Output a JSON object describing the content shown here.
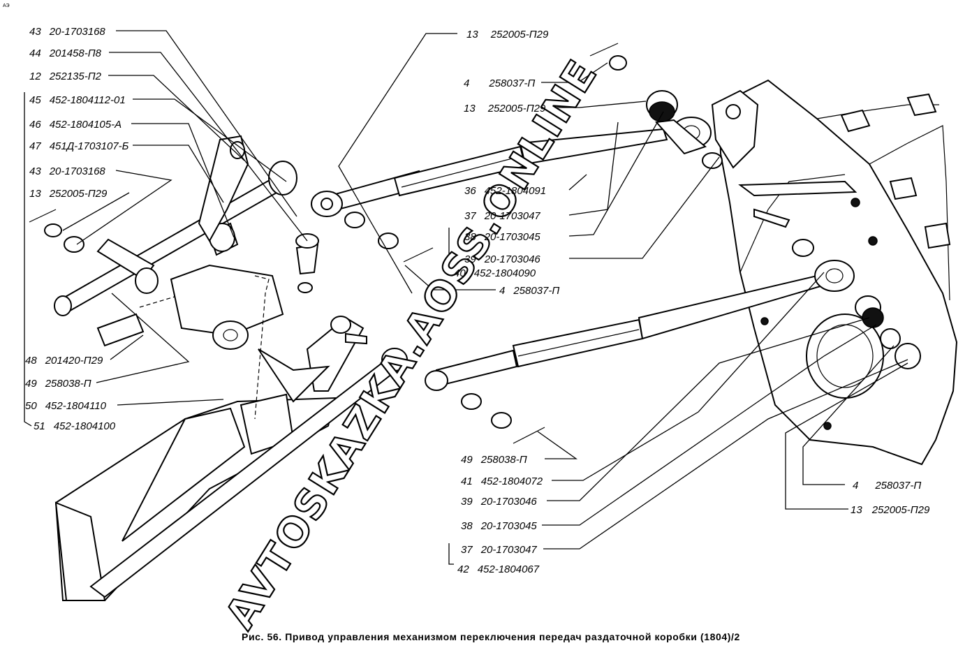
{
  "corner_mark": "АЭ",
  "caption": "Рис. 56. Привод управления механизмом переключения передач раздаточной коробки (1804)/2",
  "watermark": "AVTOSKAZKA.AOSS.ONLINE",
  "labels_left": [
    {
      "num": "43",
      "part": "20-1703168"
    },
    {
      "num": "44",
      "part": "201458-П8"
    },
    {
      "num": "12",
      "part": "252135-П2"
    },
    {
      "num": "45",
      "part": "452-1804112-01"
    },
    {
      "num": "46",
      "part": "452-1804105-А"
    },
    {
      "num": "47",
      "part": "451Д-1703107-Б"
    },
    {
      "num": "43",
      "part": "20-1703168"
    },
    {
      "num": "13",
      "part": "252005-П29"
    },
    {
      "num": "48",
      "part": "201420-П29"
    },
    {
      "num": "49",
      "part": "258038-П"
    },
    {
      "num": "50",
      "part": "452-1804110"
    },
    {
      "num": "51",
      "part": "452-1804100"
    }
  ],
  "labels_top": [
    {
      "num": "13",
      "part": "252005-П29"
    },
    {
      "num": "4",
      "part": "258037-П"
    },
    {
      "num": "13",
      "part": "252005-П29"
    }
  ],
  "labels_mid": [
    {
      "num": "36",
      "part": "452-1804091"
    },
    {
      "num": "37",
      "part": "20-1703047"
    },
    {
      "num": "38",
      "part": "20-1703045"
    },
    {
      "num": "39",
      "part": "20-1703046"
    },
    {
      "num": "40",
      "part": "452-1804090"
    },
    {
      "num": "4",
      "part": "258037-П"
    }
  ],
  "labels_bottom": [
    {
      "num": "49",
      "part": "258038-П"
    },
    {
      "num": "41",
      "part": "452-1804072"
    },
    {
      "num": "39",
      "part": "20-1703046"
    },
    {
      "num": "38",
      "part": "20-1703045"
    },
    {
      "num": "37",
      "part": "20-1703047"
    },
    {
      "num": "42",
      "part": "452-1804067"
    }
  ],
  "labels_right": [
    {
      "num": "4",
      "part": "258037-П"
    },
    {
      "num": "13",
      "part": "252005-П29"
    }
  ]
}
